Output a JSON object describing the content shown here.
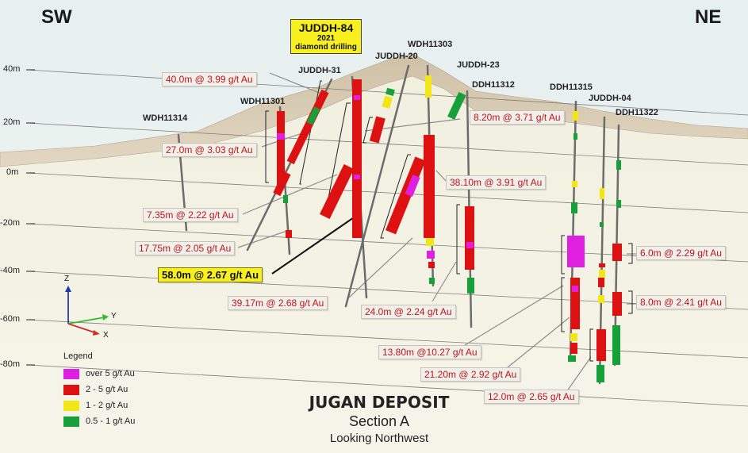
{
  "directions": {
    "left": "SW",
    "right": "NE"
  },
  "elevations": [
    "40m",
    "20m",
    "0m",
    "-20m",
    "-40m",
    "-60m",
    "-80m"
  ],
  "callout": {
    "hole": "JUDDH-84",
    "year": "2021",
    "desc": "diamond drilling"
  },
  "holes": {
    "wdh11314": "WDH11314",
    "wdh11301": "WDH11301",
    "juddh31": "JUDDH-31",
    "juddh20": "JUDDH-20",
    "wdh11303": "WDH11303",
    "juddh23": "JUDDH-23",
    "ddh11312": "DDH11312",
    "ddh11315": "DDH11315",
    "juddh04": "JUDDH-04",
    "ddh11322": "DDH11322"
  },
  "intercepts": {
    "i1": "40.0m @ 3.99 g/t Au",
    "i2": "27.0m @ 3.03 g/t Au",
    "i3": "7.35m @ 2.22 g/t Au",
    "i4": "17.75m @ 2.05 g/t Au",
    "i5": "58.0m @ 2.67 g/t Au",
    "i6": "39.17m @ 2.68 g/t Au",
    "i7": "24.0m @ 2.24 g/t Au",
    "i8": "8.20m @ 3.71 g/t Au",
    "i9": "38.10m @ 3.91 g/t Au",
    "i10": "13.80m @10.27 g/t Au",
    "i11": "21.20m @ 2.92 g/t Au",
    "i12": "12.0m @ 2.65 g/t Au",
    "i13": "6.0m @ 2.29 g/t Au",
    "i14": "8.0m @ 2.41 g/t Au"
  },
  "legend": {
    "title": "Legend",
    "items": [
      {
        "label": "over 5 g/t Au",
        "color": "#e020e0"
      },
      {
        "label": "2 - 5 g/t Au",
        "color": "#dd1111"
      },
      {
        "label": "1 - 2 g/t Au",
        "color": "#f2e619"
      },
      {
        "label": "0.5 - 1 g/t Au",
        "color": "#16a03a"
      }
    ]
  },
  "axes": {
    "z": "Z",
    "y": "Y",
    "x": "X"
  },
  "title": {
    "main": "JUGAN DEPOSIT",
    "sub": "Section A",
    "view": "Looking Northwest"
  }
}
